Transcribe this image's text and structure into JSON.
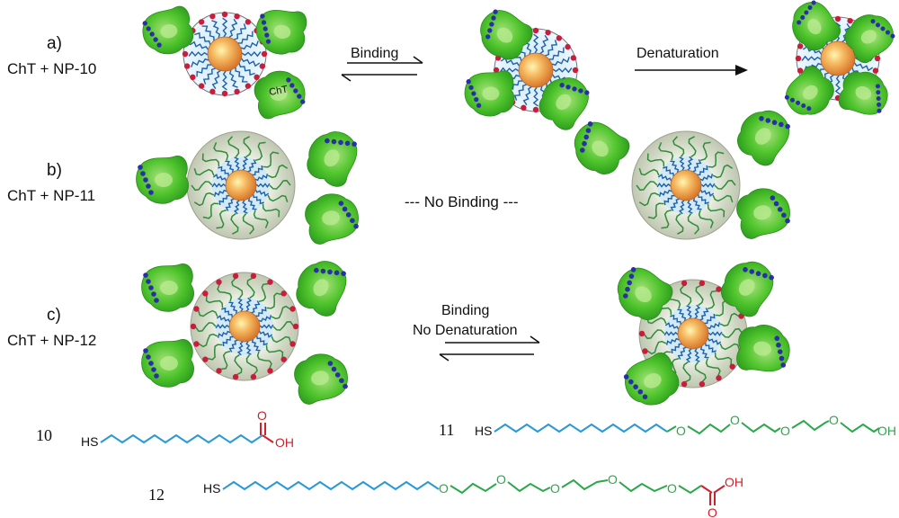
{
  "rows": [
    {
      "letter": "a)",
      "reaction": "ChT + NP-10",
      "mid_top": "Binding",
      "mid_bottom": "",
      "right_arrow_label": "Denaturation"
    },
    {
      "letter": "b)",
      "reaction": "ChT + NP-11",
      "mid_top": "--- No Binding ---"
    },
    {
      "letter": "c)",
      "reaction": "ChT + NP-12",
      "mid_top": "Binding",
      "mid_bottom": "No Denaturation"
    }
  ],
  "protein_label": "ChT",
  "ligands": [
    {
      "number": "10",
      "thiol": "HS",
      "oxygen1": "O",
      "end_group": "OH"
    },
    {
      "number": "11",
      "thiol": "HS",
      "ether_oxygens": [
        "O",
        "O",
        "O",
        "O"
      ],
      "end_group": "OH"
    },
    {
      "number": "12",
      "thiol": "HS",
      "ether_oxygens": [
        "O",
        "O",
        "O",
        "O",
        "O"
      ],
      "acid_o": "O",
      "end_group": "OH"
    }
  ],
  "colors": {
    "alkyl_chain": "#2a9ad6",
    "peg_chain": "#2aa84a",
    "acid_group": "#d0202c",
    "protein": "#3fbf2a",
    "core": "#f0a048",
    "charge_dot": "#c81e3c",
    "protein_patch": "#2a2fa8"
  }
}
